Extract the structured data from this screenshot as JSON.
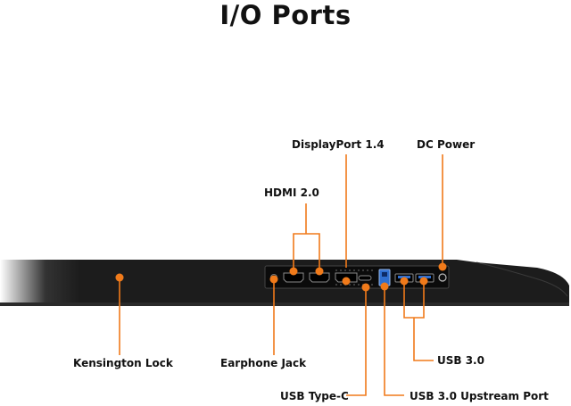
{
  "title": "I/O Ports",
  "labels": {
    "displayport": "DisplayPort 1.4",
    "dc_power": "DC Power",
    "hdmi": "HDMI 2.0",
    "kensington": "Kensington Lock",
    "earphone": "Earphone Jack",
    "usb3": "USB 3.0",
    "usb_c": "USB Type-C",
    "usb_upstream": "USB 3.0 Upstream Port"
  },
  "colors": {
    "accent": "#f07a1a",
    "monitor": "#1c1c1c",
    "port_panel": "#0c0c0c",
    "usb_blue": "#2f6fd0",
    "text": "#111111"
  }
}
